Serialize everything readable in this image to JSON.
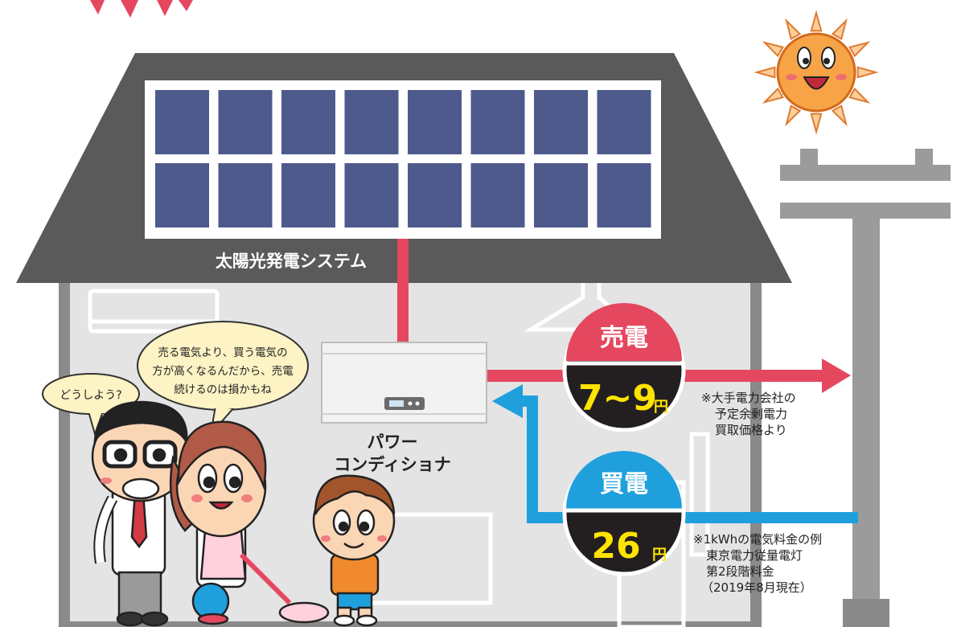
{
  "labels": {
    "solar_system": "太陽光発電システム",
    "power_conditioner_line1": "パワー",
    "power_conditioner_line2": "コンディショナ"
  },
  "sell": {
    "title": "売電",
    "price": "7~9",
    "unit": "円",
    "note_lines": [
      "※大手電力会社の",
      "予定余剰電力",
      "買取価格より"
    ]
  },
  "buy": {
    "title": "買電",
    "price": "26",
    "unit": "円",
    "note_lines": [
      "※1kWhの電気料金の例",
      "東京電力従量電灯",
      "第2段階料金",
      "（2019年8月現在）"
    ]
  },
  "speech": {
    "father": "どうしよう?",
    "mother_lines": [
      "売る電気より、買う電気の",
      "方が高くなるんだから、売電",
      "続けるのは損かもね"
    ]
  },
  "colors": {
    "sell": "#e5475f",
    "buy": "#1fa0dc",
    "roof": "#5a5a5a",
    "panel": "#4e5a8c",
    "house_wall": "#e4e4e4",
    "price_yellow": "#ffe400",
    "badge_dark": "#231f20"
  }
}
